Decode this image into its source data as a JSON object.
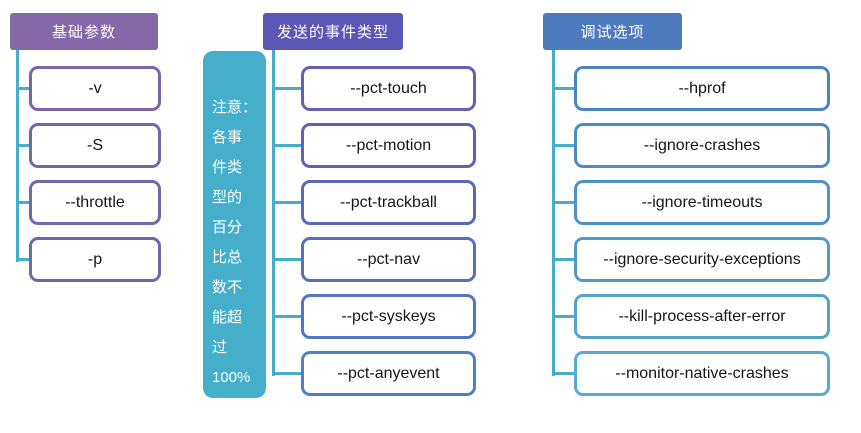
{
  "diagram": {
    "connector_color": "#45AFCB",
    "note": {
      "bg": "#45AECA",
      "text_color": "#FFFFFF",
      "lines": [
        "注意：",
        "各事",
        "件类",
        "型的",
        "百分",
        "比总",
        "数不",
        "能超",
        "过",
        "100%"
      ]
    },
    "trees": [
      {
        "title": "基础参数",
        "title_bg": "#8468A8",
        "items": [
          {
            "label": "-v",
            "border": "#7C64A7"
          },
          {
            "label": "-S",
            "border": "#7765A9"
          },
          {
            "label": "--throttle",
            "border": "#7266AC"
          },
          {
            "label": "-p",
            "border": "#6D67AF"
          }
        ]
      },
      {
        "title": "发送的事件类型",
        "title_bg": "#5A57B7",
        "items": [
          {
            "label": "--pct-touch",
            "border": "#665FB3"
          },
          {
            "label": "--pct-motion",
            "border": "#6061B6"
          },
          {
            "label": "--pct-trackball",
            "border": "#5B68BA"
          },
          {
            "label": "--pct-nav",
            "border": "#566FBE"
          },
          {
            "label": "--pct-syskeys",
            "border": "#5277C2"
          },
          {
            "label": "--pct-anyevent",
            "border": "#4F7FC6"
          }
        ]
      },
      {
        "title": "调试选项",
        "title_bg": "#4E7BBE",
        "items": [
          {
            "label": "--hprof",
            "border": "#4B84C3"
          },
          {
            "label": "--ignore-crashes",
            "border": "#4C8BC5"
          },
          {
            "label": "--ignore-timeouts",
            "border": "#4E92C6"
          },
          {
            "label": "--ignore-security-exceptions",
            "border": "#509AC8"
          },
          {
            "label": "--kill-process-after-error",
            "border": "#53A3CA"
          },
          {
            "label": "--monitor-native-crashes",
            "border": "#57ABCC"
          }
        ]
      }
    ]
  }
}
